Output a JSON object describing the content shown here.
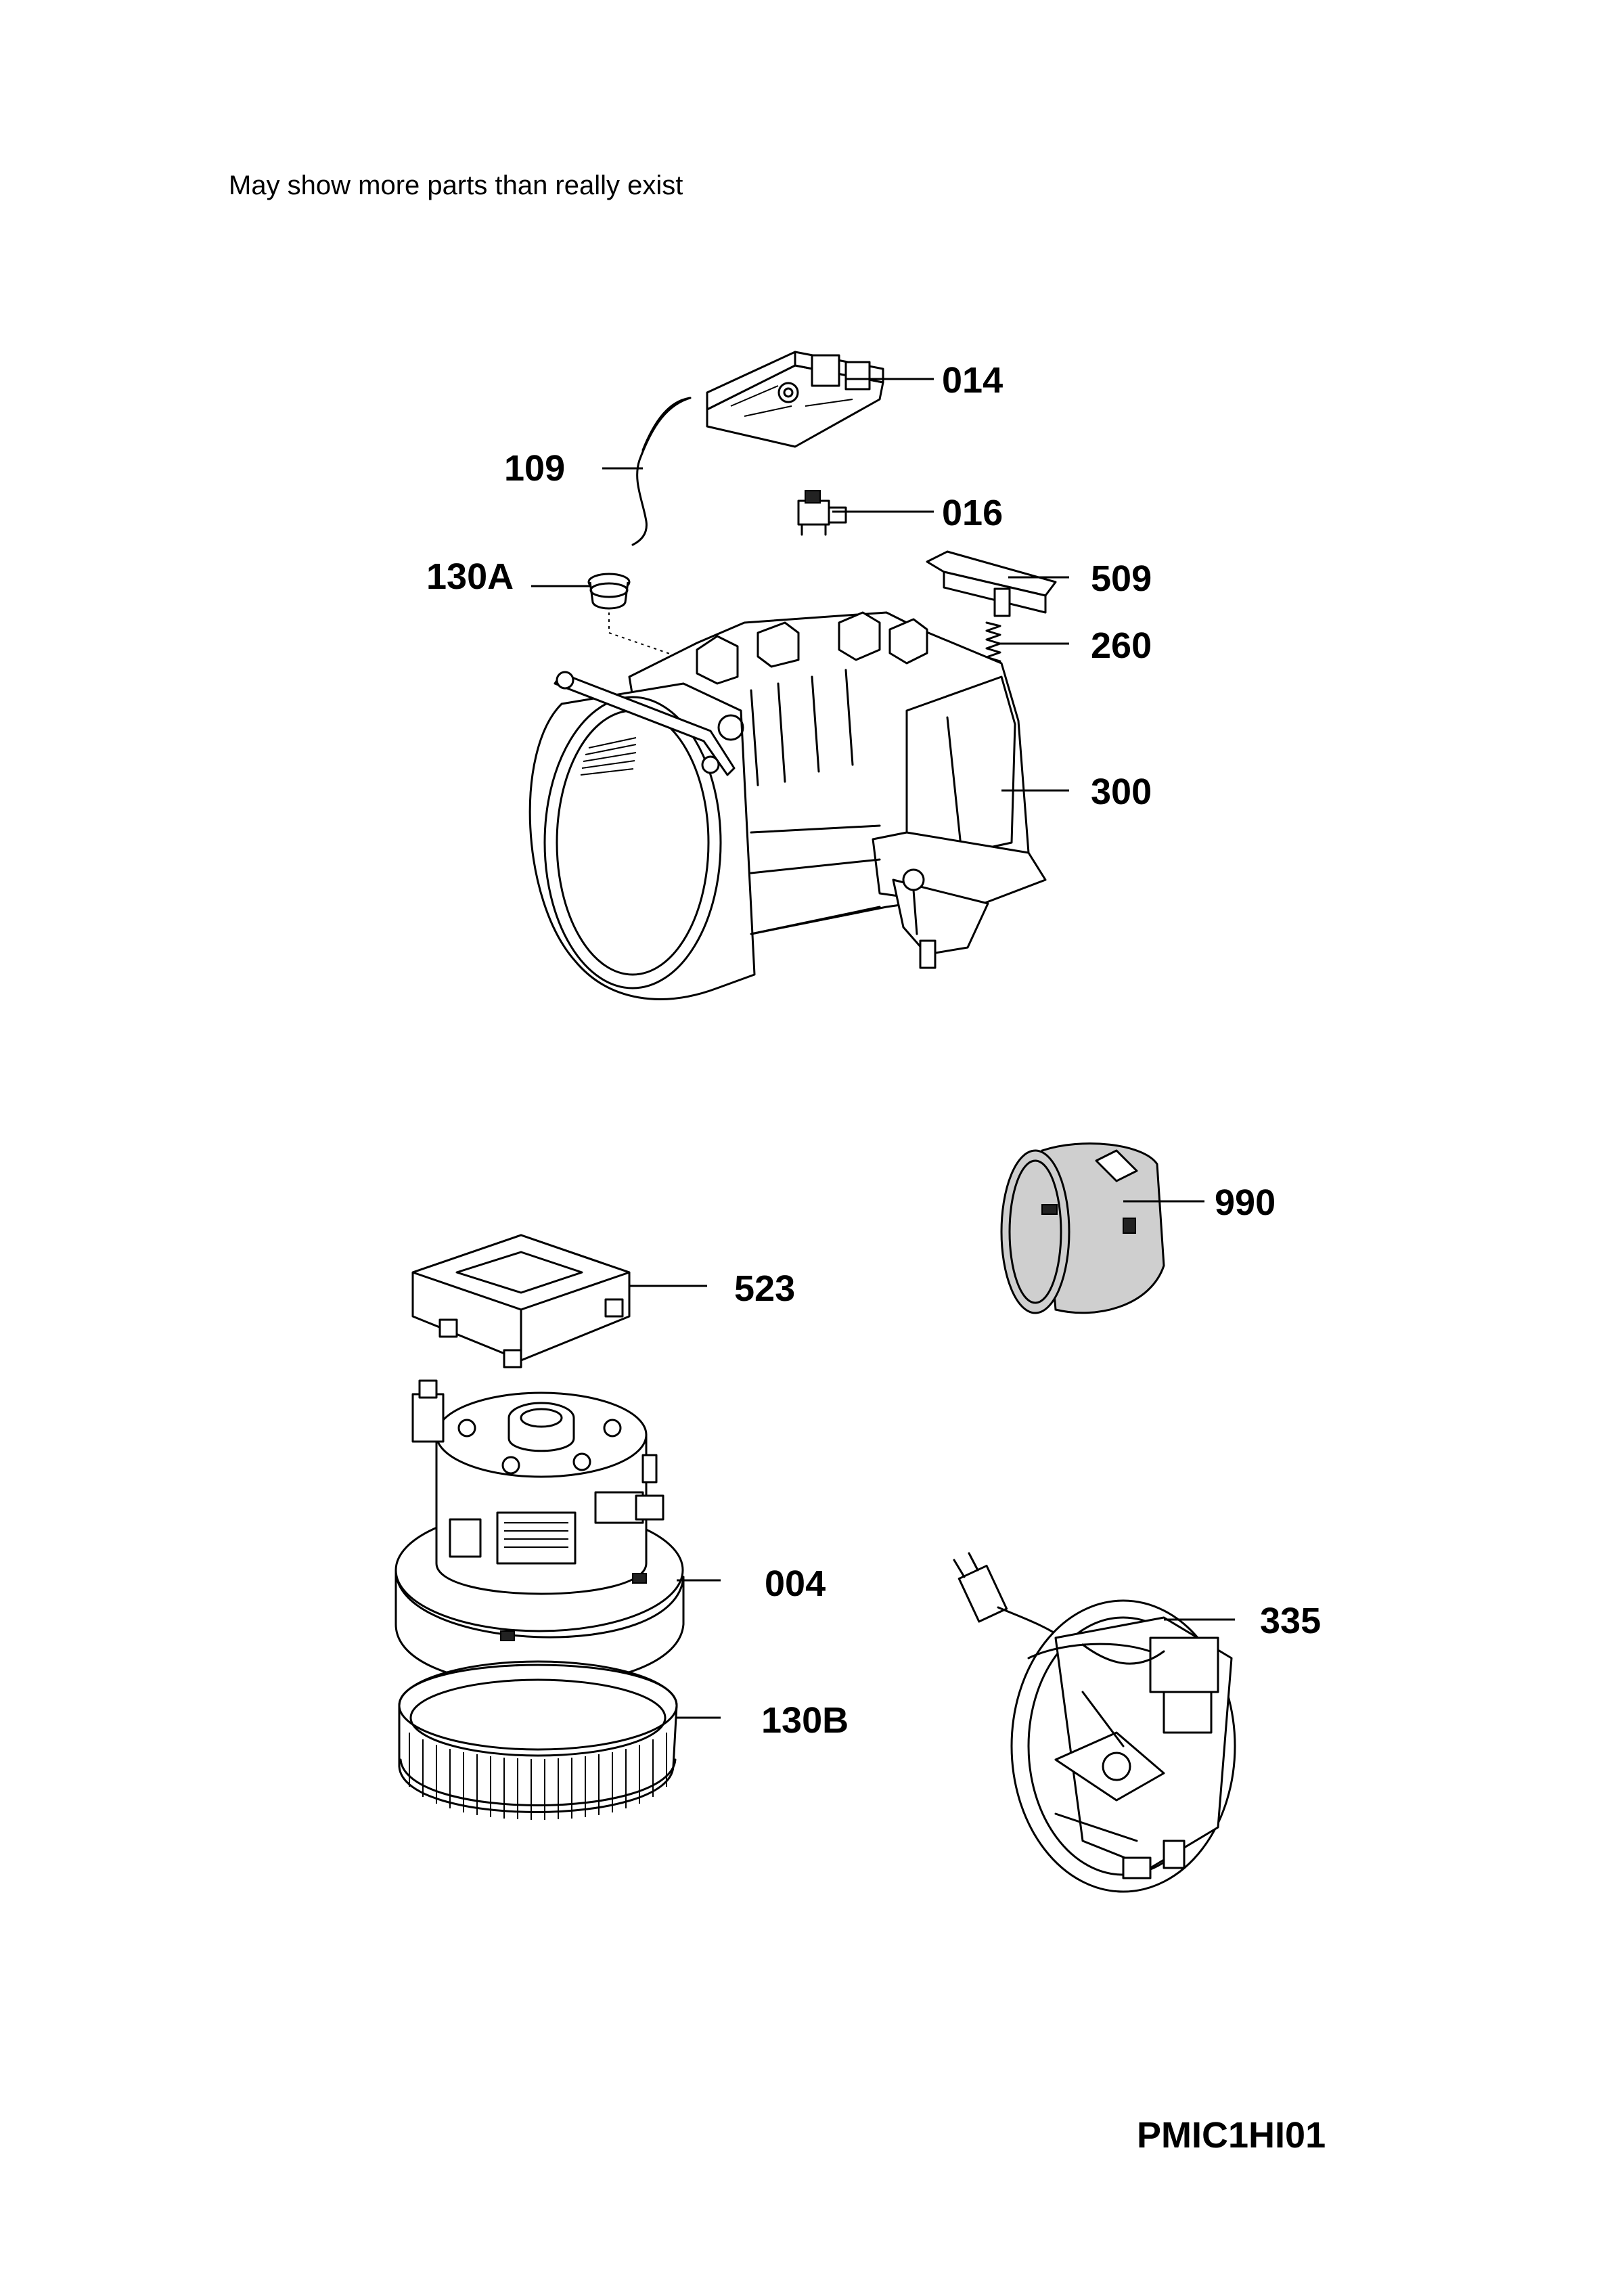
{
  "note": "May show more parts than really exist",
  "diagram_code": "PMIC1HI01",
  "parts": [
    {
      "id": "014",
      "label": "014"
    },
    {
      "id": "109",
      "label": "109"
    },
    {
      "id": "016",
      "label": "016"
    },
    {
      "id": "130A",
      "label": "130A"
    },
    {
      "id": "509",
      "label": "509"
    },
    {
      "id": "260",
      "label": "260"
    },
    {
      "id": "300",
      "label": "300"
    },
    {
      "id": "990",
      "label": "990"
    },
    {
      "id": "523",
      "label": "523"
    },
    {
      "id": "004",
      "label": "004"
    },
    {
      "id": "335",
      "label": "335"
    },
    {
      "id": "130B",
      "label": "130B"
    }
  ]
}
